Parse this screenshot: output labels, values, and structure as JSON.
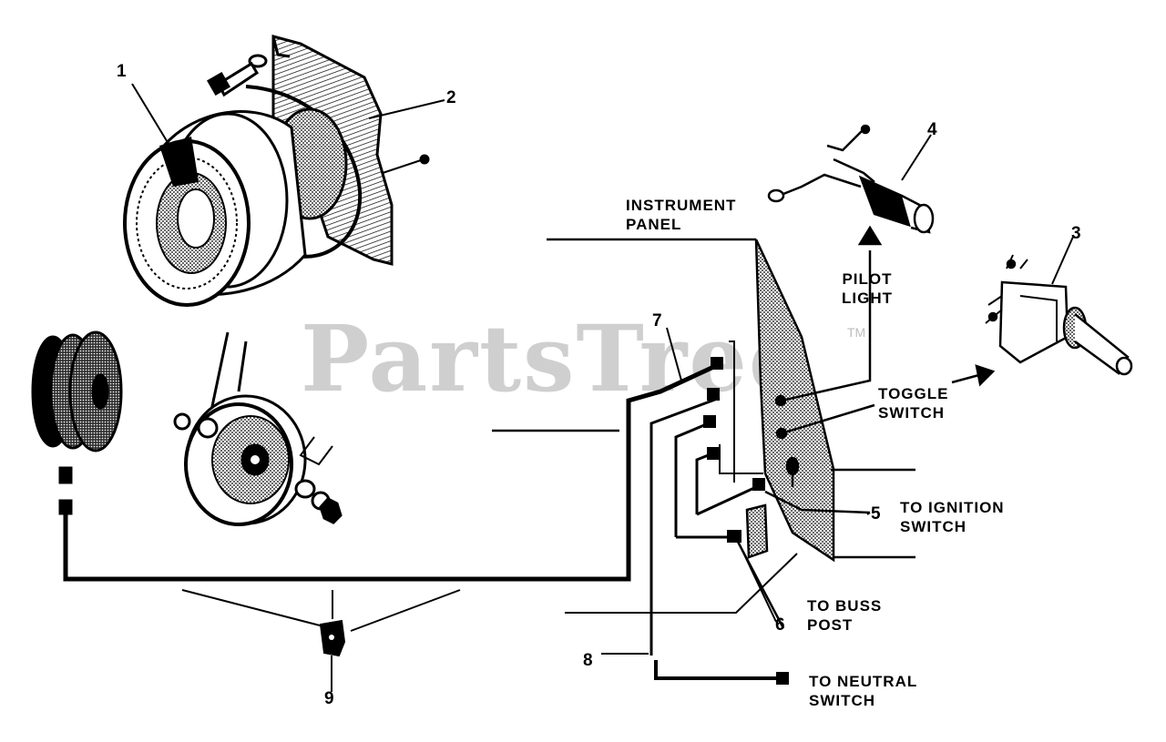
{
  "watermark": {
    "text": "PartsTree",
    "tm": "TM"
  },
  "labels": {
    "instrument_panel": [
      "INSTRUMENT",
      "PANEL"
    ],
    "pilot_light": [
      "PILOT",
      "LIGHT"
    ],
    "toggle_switch": [
      "TOGGLE",
      "SWITCH"
    ],
    "to_ignition_switch": [
      "TO IGNITION",
      "SWITCH"
    ],
    "to_buss_post": [
      "TO BUSS",
      "POST"
    ],
    "to_neutral_switch": [
      "TO NEUTRAL",
      "SWITCH"
    ]
  },
  "callouts": [
    "1",
    "2",
    "3",
    "4",
    "5",
    "6",
    "7",
    "8",
    "9"
  ]
}
